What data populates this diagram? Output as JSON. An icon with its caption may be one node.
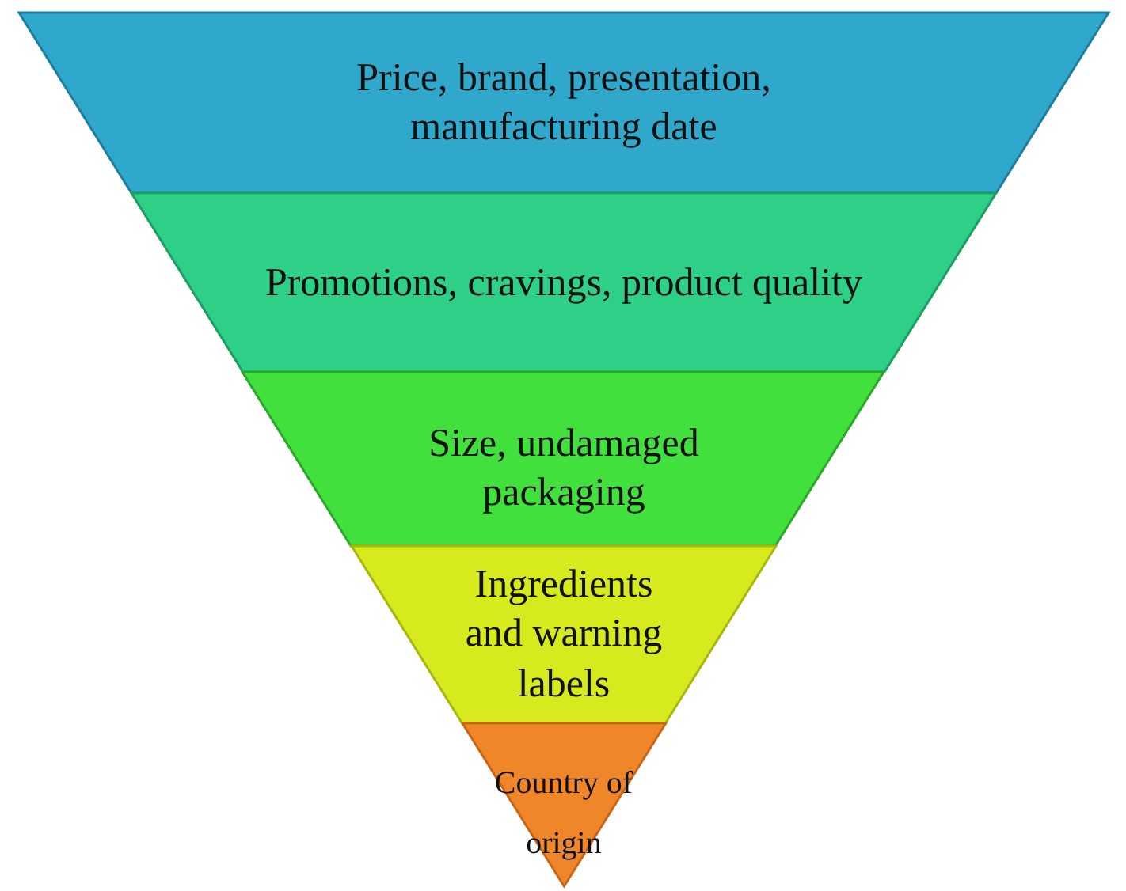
{
  "diagram": {
    "nodes": [
      {
        "text": [
          "Price, brand, presentation, manufacturing date"
        ]
      },
      {
        "text": [
          "Promotions, cravings, product quality"
        ]
      },
      {
        "text": [
          "Size, undamaged packaging"
        ]
      },
      {
        "text": [
          "Ingredients and warning labels"
        ]
      },
      {
        "text": [
          "Country of origin"
        ]
      }
    ]
  }
}
